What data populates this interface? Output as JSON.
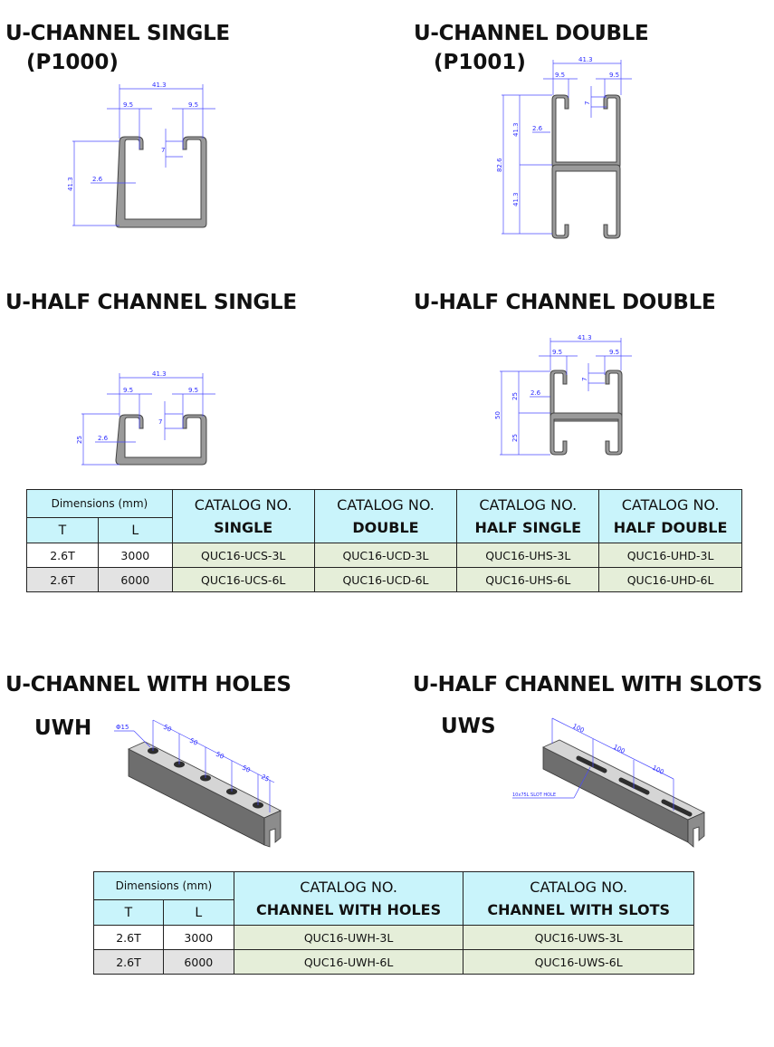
{
  "sections": {
    "u_channel_single": {
      "title": "U-CHANNEL SINGLE",
      "code": "(P1000)",
      "dims": {
        "width": "41.3",
        "lip_left": "9.5",
        "lip_right": "9.5",
        "height": "41.3",
        "lip_depth": "7",
        "thickness": "2.6"
      }
    },
    "u_channel_double": {
      "title": "U-CHANNEL DOUBLE",
      "code": "(P1001)",
      "dims": {
        "width": "41.3",
        "lip_left": "9.5",
        "lip_right": "9.5",
        "total_height": "82.6",
        "upper_height": "41.3",
        "lower_height": "41.3",
        "lip_depth": "7",
        "thickness": "2.6"
      }
    },
    "u_half_single": {
      "title": "U-HALF CHANNEL SINGLE",
      "dims": {
        "width": "41.3",
        "lip_left": "9.5",
        "lip_right": "9.5",
        "height": "25",
        "lip_depth": "7",
        "thickness": "2.6"
      }
    },
    "u_half_double": {
      "title": "U-HALF CHANNEL DOUBLE",
      "dims": {
        "width": "41.3",
        "lip_left": "9.5",
        "lip_right": "9.5",
        "total_height": "50",
        "upper_height": "25",
        "lower_height": "25",
        "lip_depth": "7",
        "thickness": "2.6"
      }
    },
    "u_channel_holes": {
      "title": "U-CHANNEL WITH HOLES",
      "code": "UWH",
      "dims": {
        "hole_diameter": "Φ15",
        "spacings": [
          "50",
          "50",
          "50",
          "50",
          "25"
        ]
      }
    },
    "u_half_slots": {
      "title": "U-HALF CHANNEL WITH SLOTS",
      "code": "UWS",
      "dims": {
        "slot_label": "10x75L SLOT HOLE",
        "spacings": [
          "100",
          "100",
          "100"
        ]
      }
    }
  },
  "table1": {
    "dimensions_label": "Dimensions (mm)",
    "col_t": "T",
    "col_l": "L",
    "catalog_label": "CATALOG NO.",
    "columns": [
      "SINGLE",
      "DOUBLE",
      "HALF SINGLE",
      "HALF DOUBLE"
    ],
    "rows": [
      {
        "t": "2.6T",
        "l": "3000",
        "codes": [
          "QUC16-UCS-3L",
          "QUC16-UCD-3L",
          "QUC16-UHS-3L",
          "QUC16-UHD-3L"
        ]
      },
      {
        "t": "2.6T",
        "l": "6000",
        "codes": [
          "QUC16-UCS-6L",
          "QUC16-UCD-6L",
          "QUC16-UHS-6L",
          "QUC16-UHD-6L"
        ]
      }
    ]
  },
  "table2": {
    "dimensions_label": "Dimensions (mm)",
    "col_t": "T",
    "col_l": "L",
    "catalog_label": "CATALOG NO.",
    "columns": [
      "CHANNEL WITH HOLES",
      "CHANNEL WITH SLOTS"
    ],
    "rows": [
      {
        "t": "2.6T",
        "l": "3000",
        "codes": [
          "QUC16-UWH-3L",
          "QUC16-UWS-3L"
        ]
      },
      {
        "t": "2.6T",
        "l": "6000",
        "codes": [
          "QUC16-UWH-6L",
          "QUC16-UWS-6L"
        ]
      }
    ]
  },
  "colors": {
    "header_bg": "#c9f4fb",
    "code_bg": "#e5eed9",
    "alt_row_bg": "#e3e3e3",
    "dimension_blue": "#2a2aff",
    "steel_gray": "#9a9a9a"
  }
}
